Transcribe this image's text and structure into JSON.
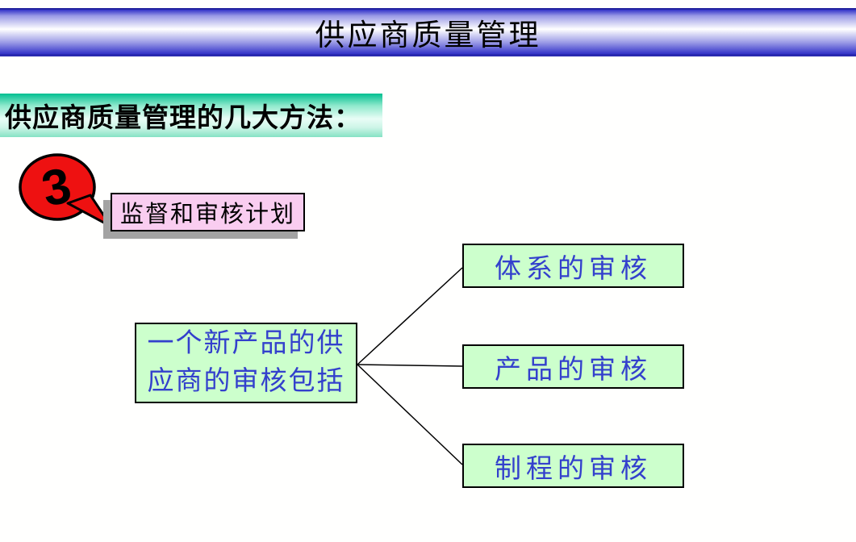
{
  "slide": {
    "background": "#fffffe"
  },
  "header": {
    "title": "供应商质量管理",
    "band_edge_color": "#3232c8",
    "band_border_color": "#22229e",
    "text_color": "#000000"
  },
  "section": {
    "label": "供应商质量管理的几大方法：",
    "gradient_top": "#00bf90",
    "gradient_light": "#e9fdf6",
    "gradient_bottom": "#86e2c4"
  },
  "callout": {
    "number": "3",
    "fill_color": "#ee1111",
    "outline_color": "#000000"
  },
  "plan_box": {
    "label": "监督和审核计划",
    "fill_color": "#f9cdf0",
    "shadow_color": "#a3a3a3"
  },
  "diagram": {
    "box_fill": "#ccffcc",
    "box_text_color": "#3340cc",
    "root": {
      "lines": [
        "一个新产品的供",
        "应商的审核包括"
      ]
    },
    "children": [
      {
        "label": "体系的审核"
      },
      {
        "label": "产品的审核"
      },
      {
        "label": "制程的审核"
      }
    ]
  }
}
